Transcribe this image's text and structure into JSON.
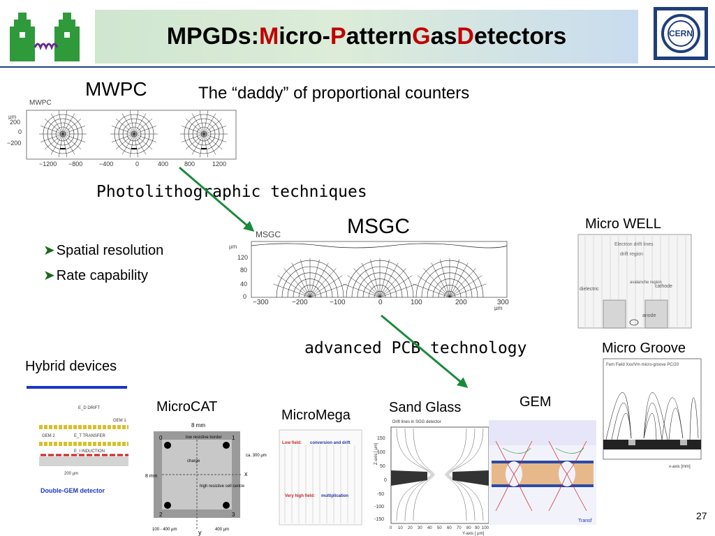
{
  "title": {
    "prefix": "MPGDs: ",
    "parts": [
      {
        "hl": "M",
        "rest": "icro-"
      },
      {
        "hl": "P",
        "rest": "attern "
      },
      {
        "hl": "G",
        "rest": "as "
      },
      {
        "hl": "D",
        "rest": "etectors"
      }
    ]
  },
  "logo": {
    "text": "CERN"
  },
  "labels": {
    "mwpc": "MWPC",
    "daddy": "The “daddy” of proportional counters",
    "photo": "Photolithographic techniques",
    "msgc": "MSGC",
    "micro_well": "Micro WELL",
    "advanced_pcb": "advanced PCB technology",
    "micro_groove": "Micro Groove",
    "hybrid": "Hybrid devices",
    "microcat": "MicroCAT",
    "micromega": "MicroMega",
    "sand_glass": "Sand Glass",
    "gem": "GEM"
  },
  "bullets": [
    "Spatial resolution",
    "Rate capability"
  ],
  "mwpc_plot": {
    "title": "MWPC",
    "unit": "μm",
    "yticks": [
      "200",
      "0",
      "−200"
    ],
    "xticks": [
      "−1200",
      "−800",
      "−400",
      "0",
      "400",
      "800",
      "1200"
    ]
  },
  "msgc_plot": {
    "title": "MSGC",
    "unit": "μm",
    "yticks": [
      "120",
      "80",
      "40",
      "0"
    ],
    "xticks": [
      "−300",
      "−200",
      "−100",
      "0",
      "100",
      "200",
      "300"
    ]
  },
  "micro_well_plot": {
    "t1": "Electron drift lines",
    "t2": "drift region",
    "t3": "avalanche region",
    "t4": "dielectric",
    "t5": "cathode",
    "t6": "anode"
  },
  "micro_groove_plot": {
    "header": "Fem Field Xxx/Vm   micro-groove PC/20",
    "xlabel": "x-axis [mm]"
  },
  "hybrid_plot": {
    "drift": "E_D DRIFT",
    "gem1": "GEM 1",
    "transfer": "E_T TRANSFER",
    "gem2": "GEM 2",
    "induction": "E_I INDUCTION",
    "dim": "200 μm",
    "caption": "Double-GEM detector"
  },
  "microcat_plot": {
    "width": "8 mm",
    "height": "8 mm",
    "border": "low resistive border",
    "charge": "charge",
    "centre": "high resistive cell centre",
    "dim1": "ca. 300 μm",
    "dim2": "100 - 400 μm",
    "dim3": "400 μm",
    "c0": "0",
    "c1": "1",
    "c2": "2",
    "c3": "3",
    "x": "x",
    "y": "y"
  },
  "micromega_plot": {
    "low": "Low field:",
    "low2": "conversion and drift",
    "high": "Very high field:",
    "high2": "multiplication"
  },
  "sandglass_plot": {
    "title": "Drift lines in SGG detector",
    "yaxis": "Z-axis [ μm]",
    "xaxis": "Y-axis [ μm]",
    "yticks": [
      "150",
      "100",
      "50",
      "0",
      "-50",
      "-100",
      "-150"
    ],
    "xticks": [
      "0",
      "10",
      "20",
      "30",
      "40",
      "50",
      "60",
      "70",
      "80",
      "90",
      "100"
    ]
  },
  "gem_plot": {
    "label": "Transf"
  },
  "page_number": "27",
  "colors": {
    "title_red": "#c00000",
    "arrow_green": "#1a8a3a",
    "rule_blue": "#1f3f7a",
    "cern_blue": "#1f3f7a",
    "hybrid_blue": "#1a36c8"
  }
}
